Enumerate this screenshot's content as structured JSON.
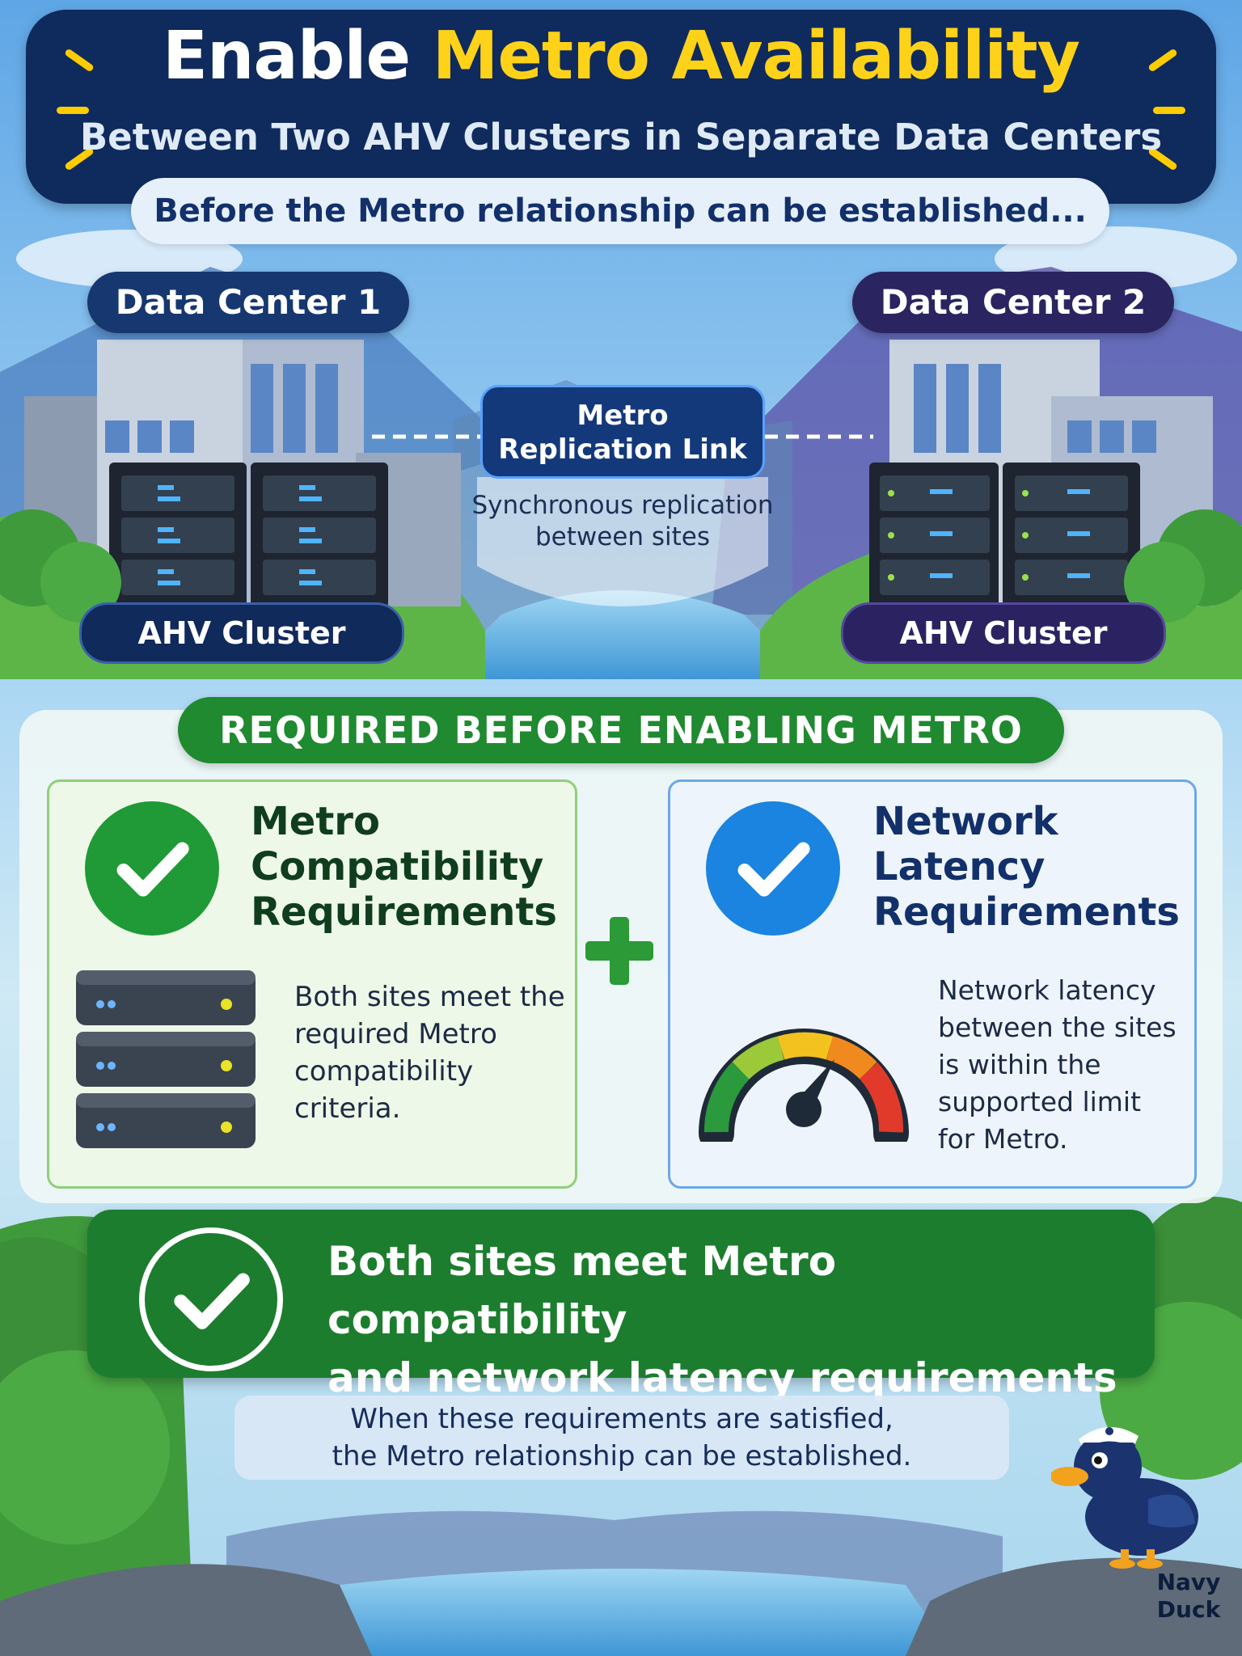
{
  "header": {
    "title_part1": "Enable",
    "title_part2": "Metro Availability",
    "subtitle": "Between Two AHV Clusters in Separate Data Centers"
  },
  "intro": "Before the Metro relationship can be established...",
  "sites": [
    {
      "name": "Data Center 1",
      "cluster": "AHV Cluster"
    },
    {
      "name": "Data Center 2",
      "cluster": "AHV Cluster"
    }
  ],
  "link": {
    "line1": "Metro",
    "line2": "Replication Link",
    "description": "Synchronous replication between sites"
  },
  "requirements": {
    "heading": "REQUIRED BEFORE ENABLING METRO",
    "items": [
      {
        "title_lines": [
          "Metro",
          "Compatibility",
          "Requirements"
        ],
        "text": "Both sites meet the required Metro compatibility criteria.",
        "icon": "server-stack-icon"
      },
      {
        "title_lines": [
          "Network",
          "Latency",
          "Requirements"
        ],
        "text": "Network latency between the sites is within the supported limit for Metro.",
        "icon": "speedometer-icon"
      }
    ]
  },
  "banner": {
    "line1": "Both sites meet Metro compatibility",
    "line2": "and network latency requirements"
  },
  "footer": {
    "line1": "When these requirements are satisfied,",
    "line2": "the Metro relationship can be established."
  },
  "brand": {
    "line1": "Navy",
    "line2": "Duck"
  },
  "colors": {
    "navy": "#0f2a5c",
    "accent_yellow": "#ffd21a",
    "green": "#1f8a2f",
    "blue": "#1a84e0"
  }
}
